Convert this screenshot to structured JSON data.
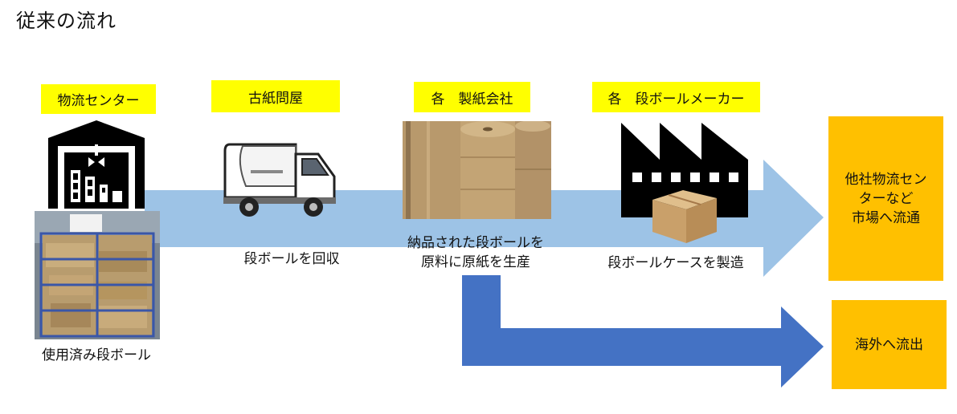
{
  "title": "従来の流れ",
  "stages": {
    "center": {
      "label": "物流センター",
      "caption": "使用済み段ボール"
    },
    "paper_dealer": {
      "label": "古紙問屋",
      "caption": "段ボールを回収"
    },
    "mill": {
      "label": "各　製紙会社",
      "caption_lines": [
        "納品された段ボールを",
        "原料に原紙を生産"
      ]
    },
    "maker": {
      "label": "各　段ボールメーカー",
      "caption": "段ボールケースを製造"
    }
  },
  "destinations": {
    "market_lines": [
      "他社物流セン",
      "ターなど",
      "市場へ流通"
    ],
    "overseas": "海外へ流出"
  },
  "icons": [
    "warehouse-icon",
    "truck-icon",
    "factory-icon",
    "cardboard-box-icon"
  ],
  "colors": {
    "main_arrow": "#9dc3e6",
    "export_arrow": "#4472c4",
    "label_bg": "#ffff00",
    "destination_bg": "#ffc000"
  }
}
